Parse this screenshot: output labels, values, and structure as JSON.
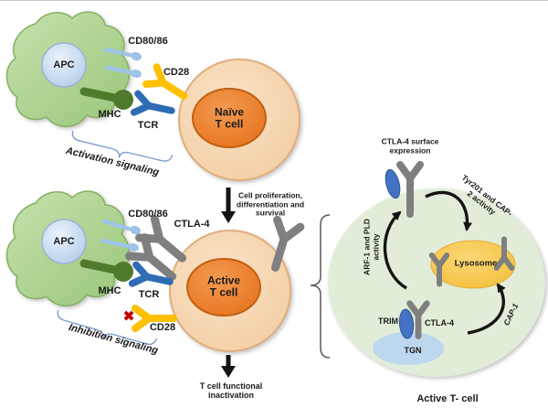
{
  "colors": {
    "apc_stroke": "#86B163",
    "apc_circle_stroke": "#98B3D6",
    "pin_blue": "#9DC3E6",
    "mhc_green": "#4F7A2B",
    "tcr_blue": "#2E6DB4",
    "cd28_yellow": "#FFC000",
    "ctla4_gray": "#7F7F7F",
    "tcell_outer_stroke": "#E0AE7E",
    "tcell_inner_stroke": "#C05F12",
    "x_red": "#C00000",
    "bracket_blue": "#7F9FD0",
    "brace_gray": "#595959",
    "tcell_bg": "#E1EDD8",
    "lysosome_stroke": "#E5AC38",
    "tgn_fill": "#BDD7EE",
    "trim_fill": "#4472C4",
    "trim_stroke": "#2F5597",
    "arrow_black": "#141414",
    "text": "#1A1A1A"
  },
  "activation": {
    "apc": "APC",
    "cd80_86": "CD80/86",
    "cd28": "CD28",
    "mhc": "MHC",
    "tcr": "TCR",
    "cell_l1": "Naïve",
    "cell_l2": "T cell",
    "signal": "Activation signaling"
  },
  "inhibition": {
    "apc": "APC",
    "cd80_86": "CD80/86",
    "ctla4": "CTLA-4",
    "mhc": "MHC",
    "tcr": "TCR",
    "cd28": "CD28",
    "blocked": "✖",
    "cell_l1": "Active",
    "cell_l2": "T cell",
    "signal": "Inhibition signaling"
  },
  "outcomes": {
    "proliferation_l1": "Cell proliferation,",
    "proliferation_l2": "differentiation and",
    "proliferation_l3": "survival",
    "inactivation_l1": "T cell functional",
    "inactivation_l2": "inactivation"
  },
  "trafficking": {
    "surface_l1": "CTLA-4 surface",
    "surface_l2": "expression",
    "tyr_l1": "Tyr201 and CAP-",
    "tyr_l2": "2 activity",
    "arf_l1": "ARF-1 and PLD",
    "arf_l2": "activity",
    "cap1": "CAP-1",
    "lysosome": "Lysosome",
    "trim": "TRIM",
    "ctla4": "CTLA-4",
    "tgn": "TGN",
    "caption": "Active T- cell"
  }
}
